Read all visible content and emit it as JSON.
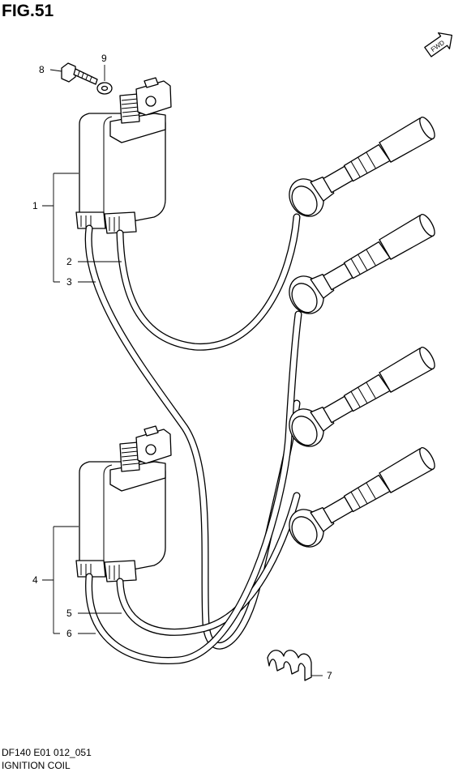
{
  "figure": {
    "title": "FIG.51",
    "code": "DF140 E01 012_051",
    "name": "IGNITION COIL"
  },
  "direction_arrow": {
    "label": "FWD"
  },
  "callouts": [
    "1",
    "2",
    "3",
    "4",
    "5",
    "6",
    "7",
    "8",
    "9"
  ]
}
